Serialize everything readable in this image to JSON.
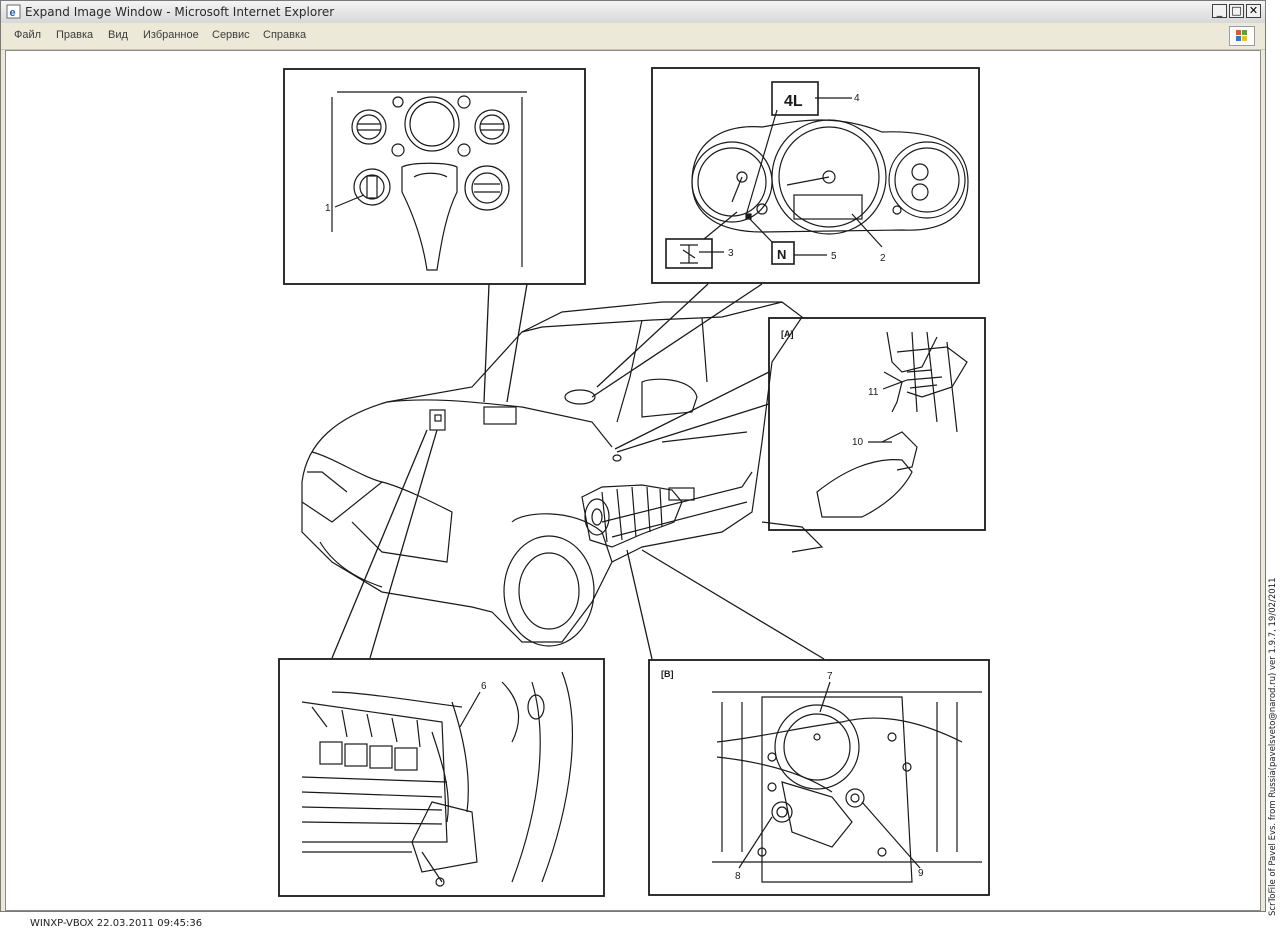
{
  "window": {
    "title": "Expand Image Window - Microsoft Internet Explorer",
    "controls": {
      "minimize": "_",
      "maximize": "□",
      "close": "✕"
    }
  },
  "menubar": {
    "items": [
      "Файл",
      "Правка",
      "Вид",
      "Избранное",
      "Сервис",
      "Справка"
    ]
  },
  "diagram": {
    "callouts": {
      "c1": "1",
      "c2": "2",
      "c3": "3",
      "c4": "4",
      "c5": "5",
      "c6": "6",
      "c7": "7",
      "c8": "8",
      "c9": "9",
      "c10": "10",
      "c11": "11"
    },
    "panel_labels": {
      "a": "[A]",
      "b": "[B]"
    },
    "indicators": {
      "low_range": "4L",
      "neutral": "N"
    }
  },
  "footer": {
    "machine_stamp": "WINXP-VBOX 22.03.2011 09:45:36",
    "side_credit": "ScrToFile of Pavel Evs. from Russia(pavelsveto@narod.ru) ver 1.9.7, 19/02/2011"
  },
  "colors": {
    "title_bg": "#e4e4e4",
    "window_bg": "#ece9d8",
    "line": "#1a1a1a"
  },
  "icons": {
    "ie": "ie-page-icon",
    "windows": "windows-flag-icon"
  }
}
